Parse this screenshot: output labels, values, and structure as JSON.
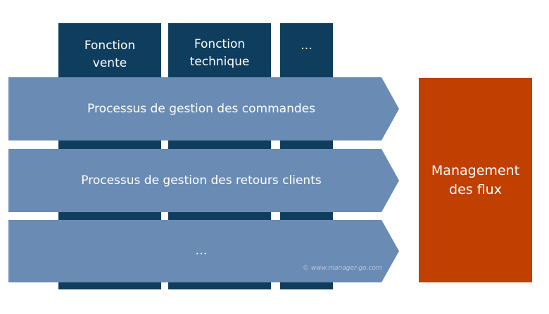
{
  "functions": [
    {
      "label": "Fonction vente"
    },
    {
      "label": "Fonction technique"
    },
    {
      "label": "…"
    }
  ],
  "processes": [
    {
      "label": "Processus de gestion des commandes"
    },
    {
      "label": "Processus de gestion des retours clients"
    },
    {
      "label": "…"
    }
  ],
  "management": {
    "label": "Management des flux"
  },
  "watermark": "© www.manager-go.com",
  "colors": {
    "function": "#0e3d5e",
    "process": "#6a8bb3",
    "management": "#c13f00"
  }
}
